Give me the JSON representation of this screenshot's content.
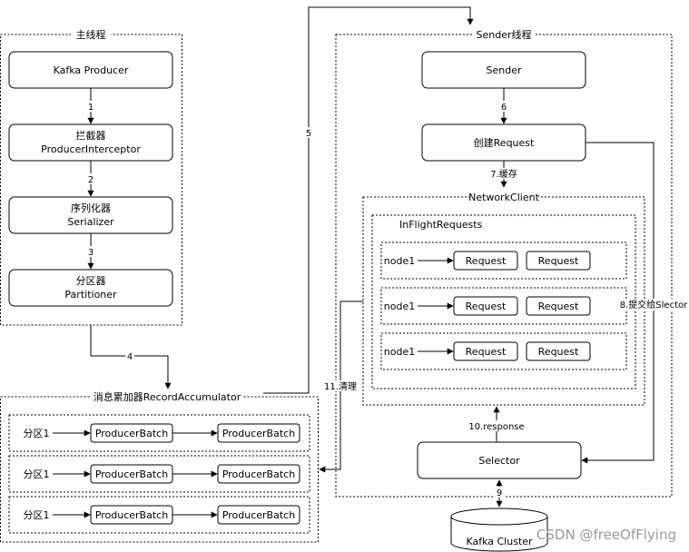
{
  "main_thread": {
    "title": "主线程",
    "producer": "Kafka Producer",
    "interceptor": [
      "拦截器",
      "ProducerInterceptor"
    ],
    "serializer": [
      "序列化器",
      "Serializer"
    ],
    "partitioner": [
      "分区器",
      "Partitioner"
    ]
  },
  "accumulator": {
    "title": "消息累加器RecordAccumulator",
    "rows": [
      {
        "partition": "分区1",
        "batches": [
          "ProducerBatch",
          "ProducerBatch"
        ]
      },
      {
        "partition": "分区1",
        "batches": [
          "ProducerBatch",
          "ProducerBatch"
        ]
      },
      {
        "partition": "分区1",
        "batches": [
          "ProducerBatch",
          "ProducerBatch"
        ]
      }
    ]
  },
  "sender_thread": {
    "title": "Sender线程",
    "sender": "Sender",
    "create_request": "创建Request",
    "network_client": "NetworkClient",
    "inflight": "InFlightRequests",
    "nodes": [
      {
        "node": "node1",
        "requests": [
          "Request",
          "Request"
        ]
      },
      {
        "node": "node1",
        "requests": [
          "Request",
          "Request"
        ]
      },
      {
        "node": "node1",
        "requests": [
          "Request",
          "Request"
        ]
      }
    ],
    "selector": "Selector"
  },
  "cluster": "Kafka Cluster",
  "edges": {
    "e1": "1",
    "e2": "2",
    "e3": "3",
    "e4": "4",
    "e5": "5",
    "e6": "6",
    "e7": "7.缓存",
    "e8": "8.提交给Slector",
    "e9": "9",
    "e10": "10.response",
    "e11": "11.清理"
  },
  "watermark": "CSDN @freeOfFlying",
  "colors": {
    "stroke": "#000000",
    "background": "#ffffff",
    "watermark": "#9a9a9a"
  }
}
